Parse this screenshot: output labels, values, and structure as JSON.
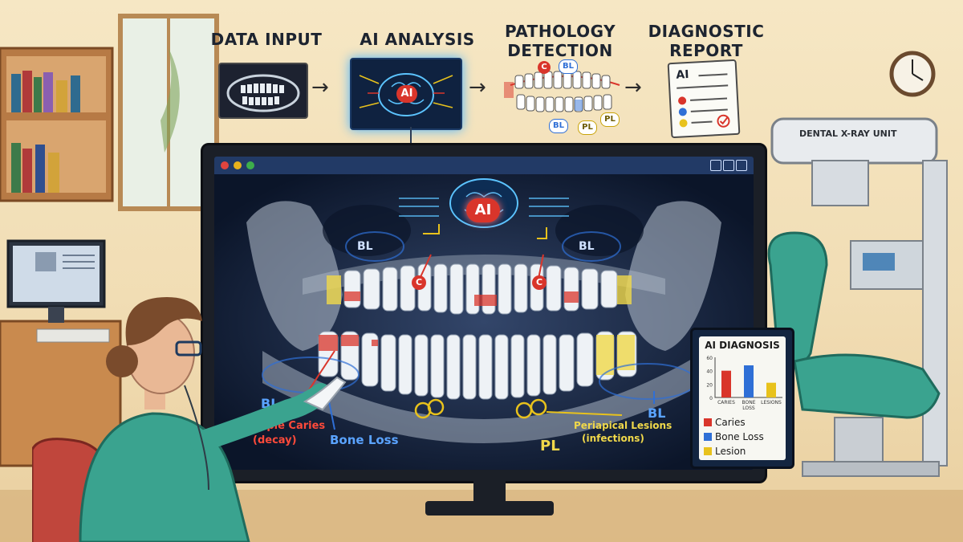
{
  "pipeline": [
    {
      "title": "DATA INPUT"
    },
    {
      "title": "AI ANALYSIS",
      "badge": "AI"
    },
    {
      "title_line1": "PATHOLOGY",
      "title_line2": "DETECTION",
      "tags": [
        "C",
        "BL",
        "BL",
        "PL",
        "PL"
      ]
    },
    {
      "title_line1": "DIAGNOSTIC",
      "title_line2": "REPORT",
      "badge": "AI"
    }
  ],
  "arrow_glyph": "→",
  "monitor": {
    "ai_badge": "AI",
    "markers": {
      "caries": "C",
      "bone_loss": "BL",
      "periapical": "PL"
    },
    "annotations": {
      "caries_line1": "Multiple Caries",
      "caries_line2": "(decay)",
      "bone_loss": "Bone Loss",
      "pl_line1": "Periapical Lesions",
      "pl_line2": "(infections)"
    }
  },
  "diagnosis_panel": {
    "title": "AI DIAGNOSIS",
    "chart_data": {
      "type": "bar",
      "categories": [
        "CARIES",
        "BONE LOSS",
        "LESIONS"
      ],
      "values": [
        40,
        48,
        22
      ],
      "ylim": [
        0,
        60
      ],
      "yticks": [
        "60",
        "40",
        "20",
        "0"
      ],
      "colors": [
        "#d9352b",
        "#2f6fd6",
        "#e8c21c"
      ]
    },
    "legend": [
      {
        "label": "Caries",
        "color": "#d9352b"
      },
      {
        "label": "Bone Loss",
        "color": "#2f6fd6"
      },
      {
        "label": "Lesion",
        "color": "#e8c21c"
      }
    ]
  },
  "xray_unit_label": "DENTAL X-RAY UNIT",
  "colors": {
    "caries": "#d9352b",
    "bone_loss": "#2f6fd6",
    "lesion": "#e8c21c",
    "ai_glow": "#3ab4ff"
  }
}
